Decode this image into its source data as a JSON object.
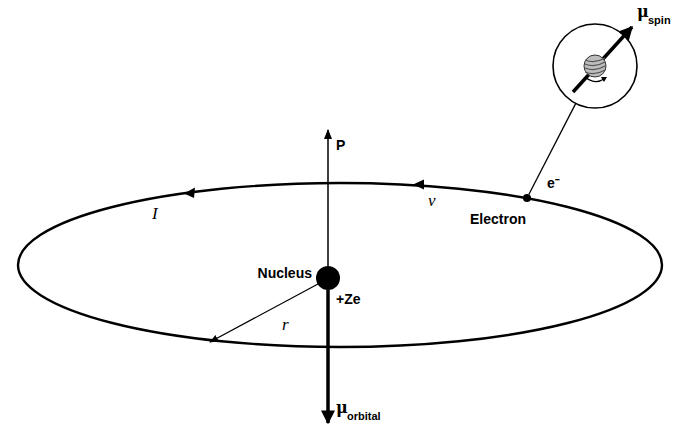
{
  "diagram": {
    "nodes": [
      {
        "text": [
          "Nucleus",
          "+Ze"
        ]
      },
      {
        "text": [
          "e⁻",
          "Electron"
        ]
      },
      {
        "text": [
          "μ",
          "spin"
        ]
      }
    ],
    "edges": [
      {
        "from": 1,
        "to": 2,
        "arrow": "none"
      }
    ],
    "labels": [
      "P",
      "I",
      "v",
      "r",
      "μ",
      "orbital"
    ]
  }
}
